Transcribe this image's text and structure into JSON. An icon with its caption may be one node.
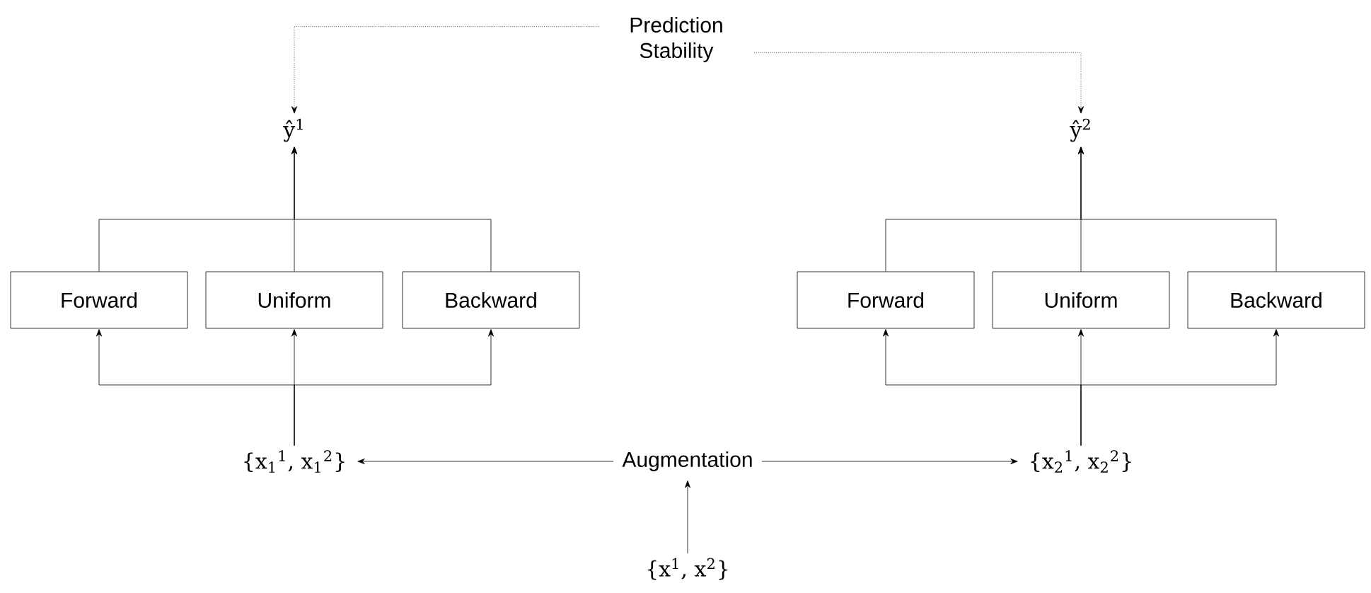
{
  "diagram": {
    "nodes": [
      {
        "text": [
          "Prediction Stability"
        ]
      },
      {
        "text": [
          "ŷ$^{1}$"
        ]
      },
      {
        "text": [
          "ŷ$^{2}$"
        ]
      },
      {
        "text": [
          "Forward"
        ]
      },
      {
        "text": [
          "Uniform"
        ]
      },
      {
        "text": [
          "Backward"
        ]
      },
      {
        "text": [
          "Forward"
        ]
      },
      {
        "text": [
          "Uniform"
        ]
      },
      {
        "text": [
          "Backward"
        ]
      },
      {
        "text": [
          "{x$_{1}$$^{1}$, x$_{1}$$^{2}$}"
        ]
      },
      {
        "text": [
          "Augmentation"
        ]
      },
      {
        "text": [
          "{x$_{2}$$^{1}$, x$_{2}$$^{2}$}"
        ]
      },
      {
        "text": [
          "{x$^{1}$, x$^{2}$}"
        ]
      }
    ],
    "edges": [
      {
        "from": 0,
        "to": 1,
        "arrow": "to",
        "style": "dashed"
      },
      {
        "from": 0,
        "to": 2,
        "arrow": "to",
        "style": "dashed"
      },
      {
        "from": 3,
        "to": 1,
        "arrow": "to"
      },
      {
        "from": 4,
        "to": 1,
        "arrow": "to"
      },
      {
        "from": 5,
        "to": 1,
        "arrow": "to"
      },
      {
        "from": 6,
        "to": 2,
        "arrow": "to"
      },
      {
        "from": 7,
        "to": 2,
        "arrow": "to"
      },
      {
        "from": 8,
        "to": 2,
        "arrow": "to"
      },
      {
        "from": 9,
        "to": 3,
        "arrow": "to"
      },
      {
        "from": 9,
        "to": 4,
        "arrow": "to"
      },
      {
        "from": 9,
        "to": 5,
        "arrow": "to"
      },
      {
        "from": 11,
        "to": 6,
        "arrow": "to"
      },
      {
        "from": 11,
        "to": 7,
        "arrow": "to"
      },
      {
        "from": 11,
        "to": 8,
        "arrow": "to"
      },
      {
        "from": 10,
        "to": 9,
        "arrow": "to"
      },
      {
        "from": 10,
        "to": 11,
        "arrow": "to"
      },
      {
        "from": 12,
        "to": 10,
        "arrow": "to"
      }
    ]
  }
}
